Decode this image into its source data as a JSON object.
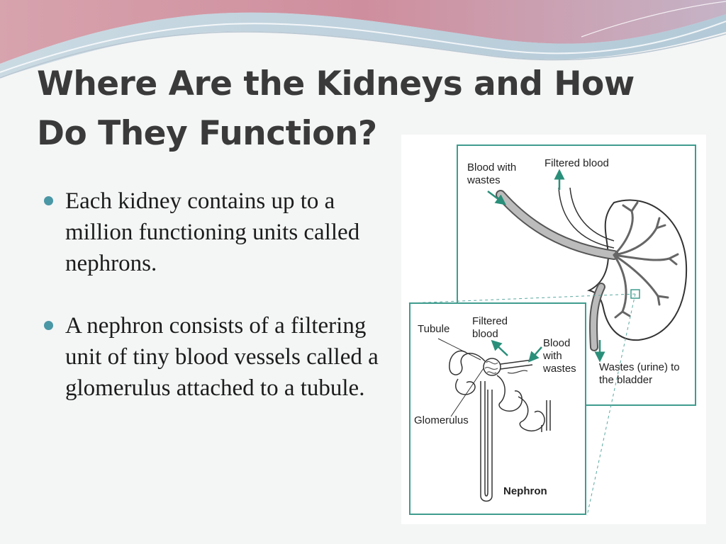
{
  "slide": {
    "title": "Where Are the Kidneys and How Do They Function?",
    "bullets": [
      {
        "text": "Each kidney contains up to a million functioning units called nephrons."
      },
      {
        "text": "A nephron consists of a filtering unit of tiny blood vessels called a glomerulus attached to a tubule."
      }
    ]
  },
  "figure": {
    "kidney_panel": {
      "blood_in_label": "Blood with wastes",
      "filtered_label": "Filtered blood",
      "urine_label": "Wastes (urine) to the bladder"
    },
    "nephron_panel": {
      "tubule_label": "Tubule",
      "filtered_label": "Filtered blood",
      "blood_in_label": "Blood with wastes",
      "glomerulus_label": "Glomerulus",
      "caption": "Nephron"
    }
  },
  "colors": {
    "accent": "#4a97a6",
    "title": "#3a3a3a",
    "panel_border": "#3e9c8e",
    "arrow": "#2a8f7a",
    "wave_rose": "#c98a98",
    "wave_blue": "#8fb3c8"
  }
}
